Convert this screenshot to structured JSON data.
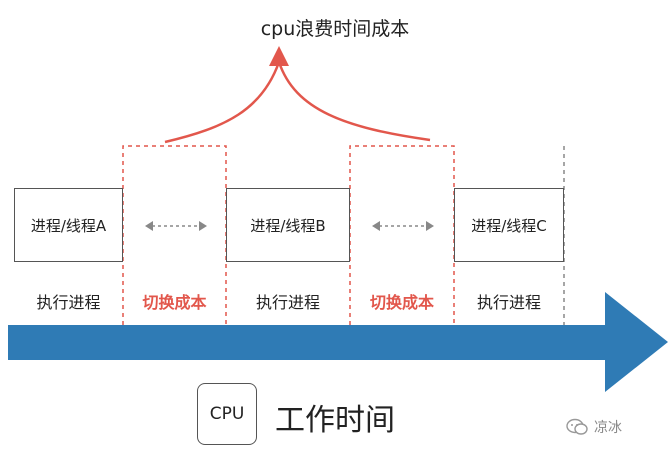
{
  "title": "cpu浪费时间成本",
  "processes": [
    {
      "label": "进程/线程A"
    },
    {
      "label": "进程/线程B"
    },
    {
      "label": "进程/线程C"
    }
  ],
  "phases": [
    {
      "label": "执行进程",
      "kind": "exec"
    },
    {
      "label": "切换成本",
      "kind": "switch"
    },
    {
      "label": "执行进程",
      "kind": "exec"
    },
    {
      "label": "切换成本",
      "kind": "switch"
    },
    {
      "label": "执行进程",
      "kind": "exec"
    }
  ],
  "cpu_label": "CPU",
  "axis_label": "工作时间",
  "watermark": "凉冰",
  "colors": {
    "accent_red": "#e2574c",
    "arrow_blue": "#2f7bb5",
    "box_border": "#555555",
    "dashed_gray": "#888888"
  }
}
